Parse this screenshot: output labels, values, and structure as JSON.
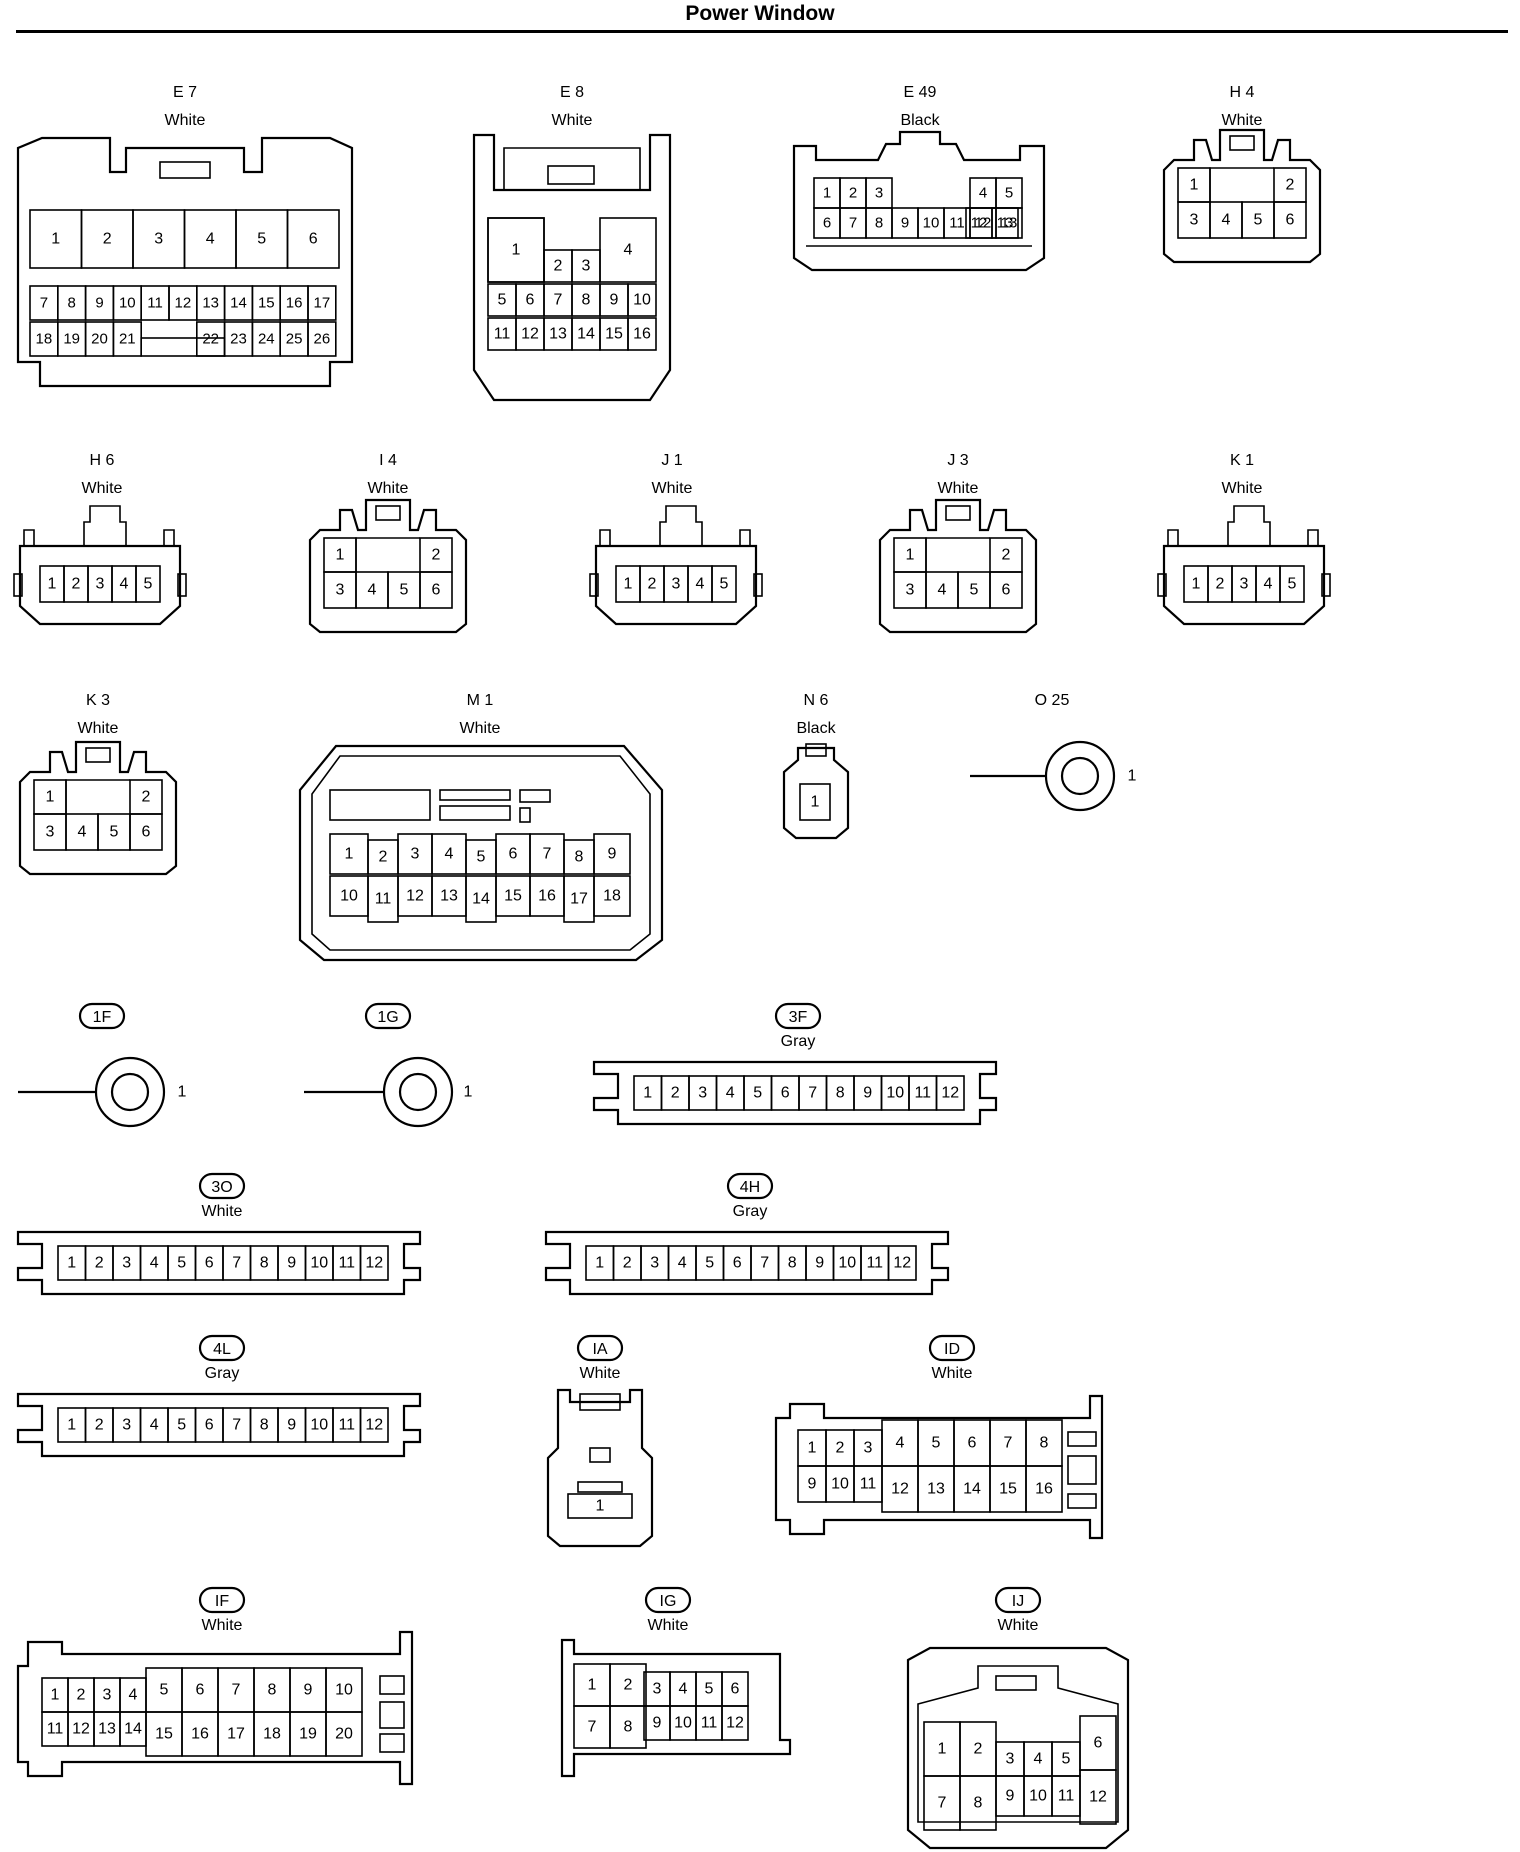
{
  "title": "Power Window",
  "connectors": [
    {
      "id": "E7",
      "code": "E 7",
      "color": "White",
      "pins": [
        "1",
        "2",
        "3",
        "4",
        "5",
        "6",
        "7",
        "8",
        "9",
        "10",
        "11",
        "12",
        "13",
        "14",
        "15",
        "16",
        "17",
        "18",
        "19",
        "20",
        "21",
        "22",
        "23",
        "24",
        "25",
        "26"
      ]
    },
    {
      "id": "E8",
      "code": "E 8",
      "color": "White",
      "pins": [
        "1",
        "2",
        "3",
        "4",
        "5",
        "6",
        "7",
        "8",
        "9",
        "10",
        "11",
        "12",
        "13",
        "14",
        "15",
        "16"
      ]
    },
    {
      "id": "E49",
      "code": "E 49",
      "color": "Black",
      "pins": [
        "1",
        "2",
        "3",
        "4",
        "5",
        "6",
        "7",
        "8",
        "9",
        "10",
        "11",
        "12",
        "13"
      ]
    },
    {
      "id": "H4",
      "code": "H 4",
      "color": "White",
      "pins": [
        "1",
        "2",
        "3",
        "4",
        "5",
        "6"
      ]
    },
    {
      "id": "H6",
      "code": "H 6",
      "color": "White",
      "pins": [
        "1",
        "2",
        "3",
        "4",
        "5"
      ]
    },
    {
      "id": "I4",
      "code": "I 4",
      "color": "White",
      "pins": [
        "1",
        "2",
        "3",
        "4",
        "5",
        "6"
      ]
    },
    {
      "id": "J1",
      "code": "J 1",
      "color": "White",
      "pins": [
        "1",
        "2",
        "3",
        "4",
        "5"
      ]
    },
    {
      "id": "J3",
      "code": "J 3",
      "color": "White",
      "pins": [
        "1",
        "2",
        "3",
        "4",
        "5",
        "6"
      ]
    },
    {
      "id": "K1",
      "code": "K 1",
      "color": "White",
      "pins": [
        "1",
        "2",
        "3",
        "4",
        "5"
      ]
    },
    {
      "id": "K3",
      "code": "K 3",
      "color": "White",
      "pins": [
        "1",
        "2",
        "3",
        "4",
        "5",
        "6"
      ]
    },
    {
      "id": "M1",
      "code": "M 1",
      "color": "White",
      "pins": [
        "1",
        "2",
        "3",
        "4",
        "5",
        "6",
        "7",
        "8",
        "9",
        "10",
        "11",
        "12",
        "13",
        "14",
        "15",
        "16",
        "17",
        "18"
      ]
    },
    {
      "id": "N6",
      "code": "N 6",
      "color": "Black",
      "pins": [
        "1"
      ]
    },
    {
      "id": "O25",
      "code": "O 25",
      "color": "",
      "pins": [
        "1"
      ]
    },
    {
      "id": "1F",
      "code": "1F",
      "color": "",
      "pins": [
        "1"
      ]
    },
    {
      "id": "1G",
      "code": "1G",
      "color": "",
      "pins": [
        "1"
      ]
    },
    {
      "id": "3F",
      "code": "3F",
      "color": "Gray",
      "pins": [
        "1",
        "2",
        "3",
        "4",
        "5",
        "6",
        "7",
        "8",
        "9",
        "10",
        "11",
        "12"
      ]
    },
    {
      "id": "3O",
      "code": "3O",
      "color": "White",
      "pins": [
        "1",
        "2",
        "3",
        "4",
        "5",
        "6",
        "7",
        "8",
        "9",
        "10",
        "11",
        "12"
      ]
    },
    {
      "id": "4H",
      "code": "4H",
      "color": "Gray",
      "pins": [
        "1",
        "2",
        "3",
        "4",
        "5",
        "6",
        "7",
        "8",
        "9",
        "10",
        "11",
        "12"
      ]
    },
    {
      "id": "4L",
      "code": "4L",
      "color": "Gray",
      "pins": [
        "1",
        "2",
        "3",
        "4",
        "5",
        "6",
        "7",
        "8",
        "9",
        "10",
        "11",
        "12"
      ]
    },
    {
      "id": "IA",
      "code": "IA",
      "color": "White",
      "pins": [
        "1"
      ]
    },
    {
      "id": "ID",
      "code": "ID",
      "color": "White",
      "pins": [
        "1",
        "2",
        "3",
        "4",
        "5",
        "6",
        "7",
        "8",
        "9",
        "10",
        "11",
        "12",
        "13",
        "14",
        "15",
        "16"
      ]
    },
    {
      "id": "IF",
      "code": "IF",
      "color": "White",
      "pins": [
        "1",
        "2",
        "3",
        "4",
        "5",
        "6",
        "7",
        "8",
        "9",
        "10",
        "11",
        "12",
        "13",
        "14",
        "15",
        "16",
        "17",
        "18",
        "19",
        "20"
      ]
    },
    {
      "id": "IG",
      "code": "IG",
      "color": "White",
      "pins": [
        "1",
        "2",
        "3",
        "4",
        "5",
        "6",
        "7",
        "8",
        "9",
        "10",
        "11",
        "12"
      ]
    },
    {
      "id": "IJ",
      "code": "IJ",
      "color": "White",
      "pins": [
        "1",
        "2",
        "3",
        "4",
        "5",
        "6",
        "7",
        "8",
        "9",
        "10",
        "11",
        "12"
      ]
    }
  ]
}
